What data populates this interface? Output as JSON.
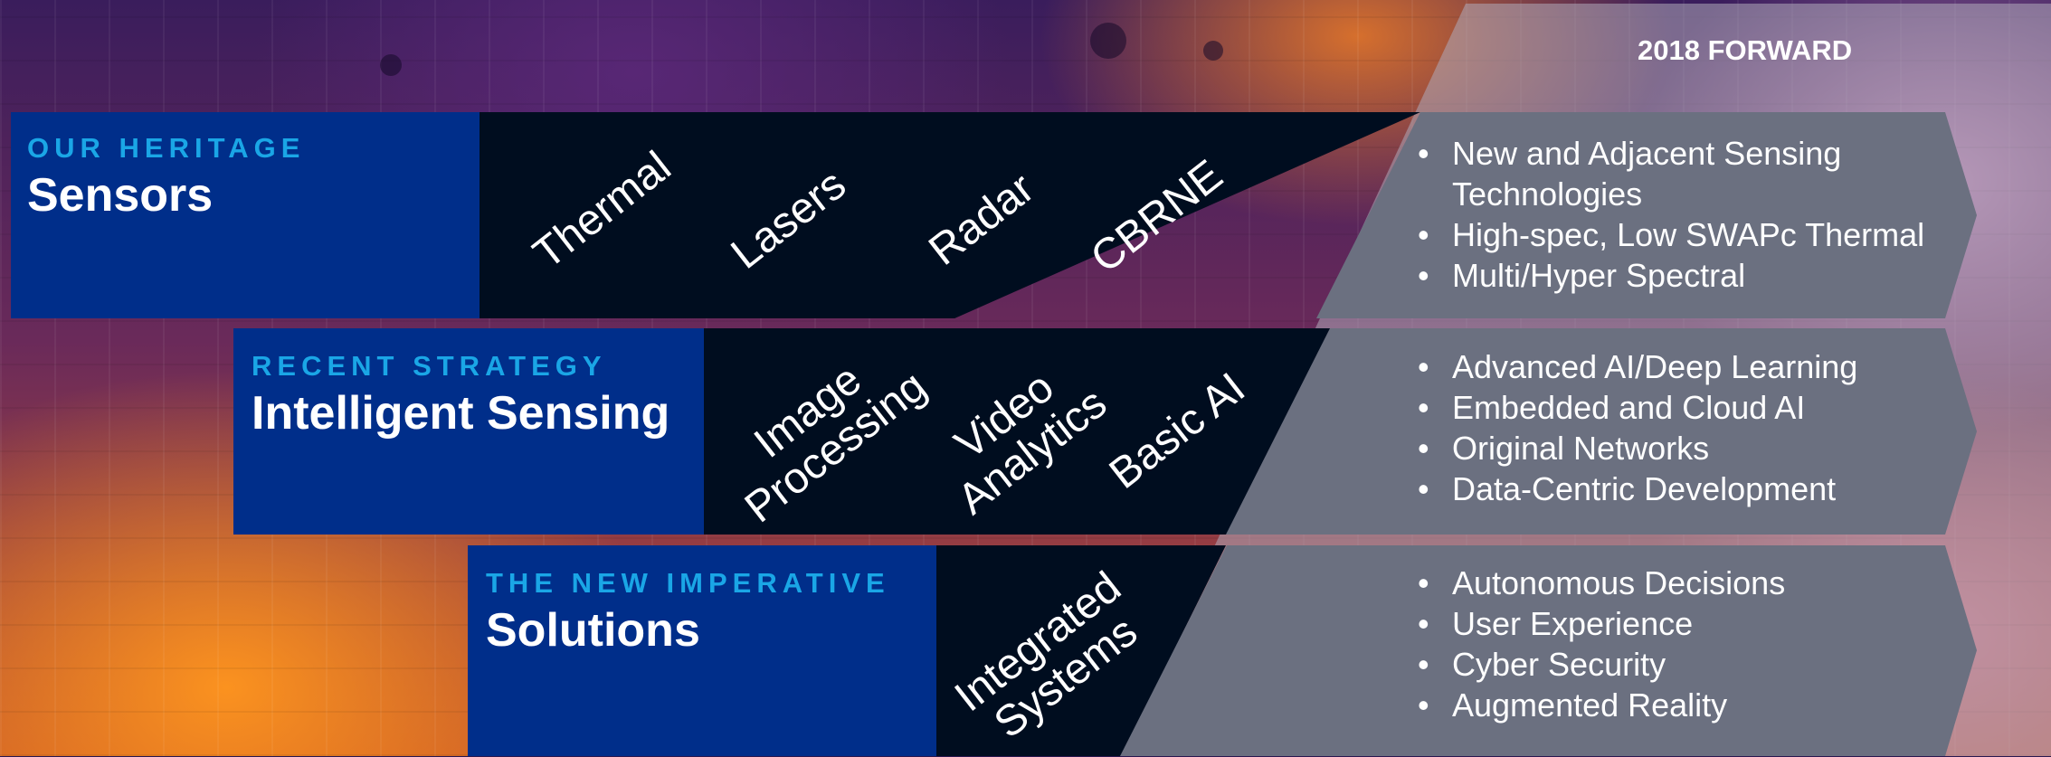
{
  "header_label": "2018 FORWARD",
  "rows": [
    {
      "eyebrow": "OUR HERITAGE",
      "title": "Sensors",
      "tags": [
        "Thermal",
        "Lasers",
        "Radar",
        "CBRNE"
      ],
      "bullets": [
        "New and Adjacent Sensing",
        "Technologies",
        "High-spec, Low SWAPc Thermal",
        "Multi/Hyper Spectral"
      ]
    },
    {
      "eyebrow": "RECENT STRATEGY",
      "title": "Intelligent Sensing",
      "tags": [
        [
          "Image",
          "Processing"
        ],
        [
          "Video",
          "Analytics"
        ],
        "Basic AI"
      ],
      "bullets": [
        "Advanced AI/Deep Learning",
        "Embedded and Cloud AI",
        "Original Networks",
        "Data-Centric Development"
      ]
    },
    {
      "eyebrow": "THE NEW IMPERATIVE",
      "title": "Solutions",
      "tags": [
        [
          "Integrated",
          "Systems"
        ]
      ],
      "bullets": [
        "Autonomous Decisions",
        "User Experience",
        "Cyber Security",
        "Augmented Reality"
      ]
    }
  ],
  "bullet_glyph": "•",
  "colors": {
    "blue_panel": "#002e8a",
    "dark_panel": "#000d1f",
    "eyebrow": "#1aa6e6",
    "gray_arrow": "#6b7080"
  }
}
